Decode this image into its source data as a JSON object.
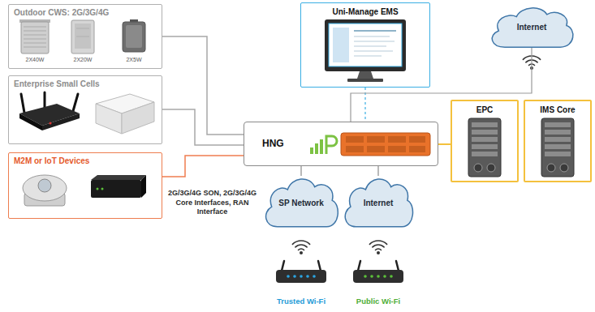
{
  "diagram": {
    "nodes": [
      {
        "text": [
          "Outdoor CWS: 2G/3G/4G"
        ]
      },
      {
        "text": [
          "Enterprise Small Cells"
        ]
      },
      {
        "text": [
          "M2M or IoT Devices"
        ]
      },
      {
        "text": [
          "Uni-Manage EMS"
        ]
      },
      {
        "text": [
          "Internet"
        ]
      },
      {
        "text": [
          "HNG"
        ]
      },
      {
        "text": [
          "EPC"
        ]
      },
      {
        "text": [
          "IMS Core"
        ]
      },
      {
        "text": [
          "SP Network"
        ]
      },
      {
        "text": [
          "Internet"
        ]
      },
      {
        "text": [
          "Trusted Wi-Fi"
        ]
      },
      {
        "text": [
          "Public Wi-Fi"
        ]
      }
    ],
    "edges": [
      {
        "from": 0,
        "to": 5,
        "arrow": "none"
      },
      {
        "from": 1,
        "to": 5,
        "arrow": "none"
      },
      {
        "from": 2,
        "to": 5,
        "arrow": "none"
      },
      {
        "from": 3,
        "to": 5,
        "arrow": "none"
      },
      {
        "from": 5,
        "to": 4,
        "arrow": "none"
      },
      {
        "from": 5,
        "to": 6,
        "arrow": "none"
      },
      {
        "from": 5,
        "to": 8,
        "arrow": "none"
      },
      {
        "from": 5,
        "to": 9,
        "arrow": "none"
      }
    ],
    "labels": [
      "2X40W",
      "2X20W",
      "2X5W",
      "2G/3G/4G SON, 2G/3G/4G Core Interfaces, RAN Interface"
    ]
  }
}
